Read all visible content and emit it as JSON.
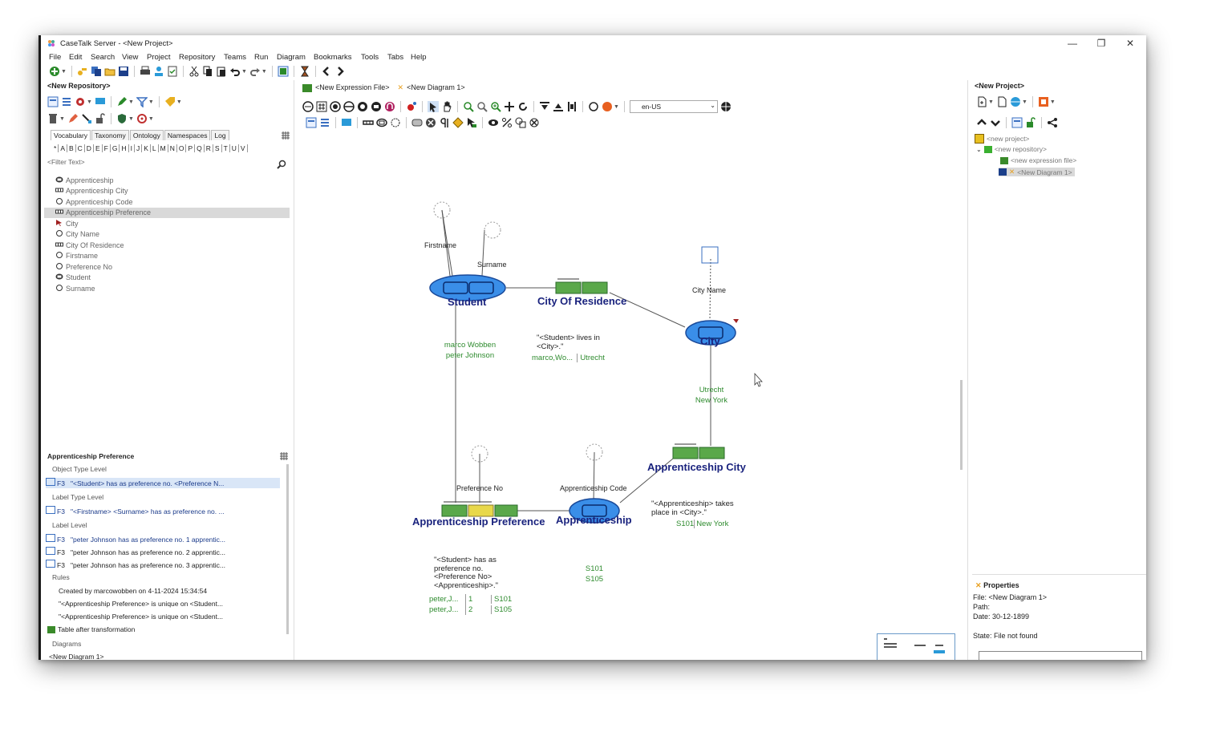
{
  "window": {
    "title": "CaseTalk Server - <New Project>",
    "controls": {
      "minimize": "—",
      "maximize": "❐",
      "close": "✕"
    }
  },
  "menu": [
    "File",
    "Edit",
    "Search",
    "View",
    "Project",
    "Repository",
    "Teams",
    "Run",
    "Diagram",
    "Bookmarks",
    "Tools",
    "Tabs",
    "Help"
  ],
  "left_panel": {
    "header": "<New Repository>",
    "tabs": [
      "Vocabulary",
      "Taxonomy",
      "Ontology",
      "Namespaces",
      "Log"
    ],
    "alphabet": [
      "*",
      "A",
      "B",
      "C",
      "D",
      "E",
      "F",
      "G",
      "H",
      "I",
      "J",
      "K",
      "L",
      "M",
      "N",
      "O",
      "P",
      "Q",
      "R",
      "S",
      "T",
      "U",
      "V"
    ],
    "filter_placeholder": "<Filter Text>",
    "items": [
      {
        "label": "Apprenticeship",
        "icon": "entity-icon"
      },
      {
        "label": "Apprenticeship City",
        "icon": "fact-icon"
      },
      {
        "label": "Apprenticeship Code",
        "icon": "label-icon"
      },
      {
        "label": "Apprenticeship Preference",
        "icon": "fact-icon",
        "selected": true
      },
      {
        "label": "City",
        "icon": "pointer-icon"
      },
      {
        "label": "City Name",
        "icon": "label-icon"
      },
      {
        "label": "City Of Residence",
        "icon": "fact-icon"
      },
      {
        "label": "Firstname",
        "icon": "label-icon"
      },
      {
        "label": "Preference No",
        "icon": "label-icon"
      },
      {
        "label": "Student",
        "icon": "entity-icon"
      },
      {
        "label": "Surname",
        "icon": "label-icon"
      }
    ],
    "detail": {
      "title": "Apprenticeship Preference",
      "object_type_level": "Object Type Level",
      "ot_row": {
        "code": "F3",
        "text": "\"<Student> has as preference no. <Preference N..."
      },
      "label_type_level": "Label Type Level",
      "lt_row": {
        "code": "F3",
        "text": "\"<Firstname> <Surname> has as preference no. ..."
      },
      "label_level": "Label Level",
      "ll_rows": [
        {
          "code": "F3",
          "text": "\"peter Johnson has as preference no. 1 apprentic..."
        },
        {
          "code": "F3",
          "text": "\"peter Johnson has as preference no. 2 apprentic..."
        },
        {
          "code": "F3",
          "text": "\"peter Johnson has as preference no. 3 apprentic..."
        }
      ],
      "rules": "Rules",
      "rule_rows": [
        "Created by marcowobben on 4-11-2024 15:34:54",
        "\"<Apprenticeship Preference> is unique on <Student...",
        "\"<Apprenticeship Preference> is unique on <Student..."
      ],
      "table_after": "Table after transformation",
      "diagrams": "Diagrams",
      "diagram_row": "<New Diagram 1>"
    }
  },
  "doc_tabs": [
    "<New Expression File>",
    "<New Diagram 1>"
  ],
  "locale": "en-US",
  "diagram": {
    "roles": {
      "firstname": "Firstname",
      "surname": "Surname",
      "city_name": "City Name",
      "preference_no": "Preference No",
      "apprenticeship_code": "Apprenticeship Code"
    },
    "entities": {
      "student": {
        "title": "Student",
        "values": [
          "marco Wobben",
          "peter Johnson"
        ]
      },
      "city": {
        "title": "City",
        "values": [
          "Utrecht",
          "New York"
        ]
      },
      "apprenticeship": {
        "title": "Apprenticeship",
        "values": [
          "S101",
          "S105"
        ]
      }
    },
    "facts": {
      "city_of_residence": {
        "title": "City Of Residence",
        "expression": [
          "\"<Student> lives in",
          "<City>.\""
        ],
        "row": [
          "marco,Wo...",
          "Utrecht"
        ]
      },
      "apprenticeship_city": {
        "title": "Apprenticeship City",
        "expression": [
          "\"<Apprenticeship> takes",
          "place in <City>.\""
        ],
        "row": [
          "S101",
          "New York"
        ]
      },
      "apprenticeship_preference": {
        "title": "Apprenticeship Preference",
        "expression": [
          "\"<Student> has as",
          "preference no.",
          "<Preference No>",
          "<Apprenticeship>.\""
        ],
        "rows": [
          [
            "peter,J...",
            "1",
            "S101"
          ],
          [
            "peter,J...",
            "2",
            "S105"
          ]
        ]
      }
    }
  },
  "right_panel": {
    "header": "<New Project>",
    "tree": [
      {
        "label": "<new project>"
      },
      {
        "label": "<new repository>"
      },
      {
        "label": "<new expression file>"
      },
      {
        "label": "<New Diagram 1>",
        "selected": true
      }
    ],
    "properties": {
      "title": "Properties",
      "file": "File: <New Diagram 1>",
      "path": "Path:",
      "date": "Date: 30-12-1899",
      "state": "State: File not found"
    }
  },
  "colors": {
    "entity": "#3a8ee8",
    "fact_green": "#5aa84a",
    "fact_yellow": "#e8d84a",
    "title_navy": "#1a237e",
    "value_green": "#2e8b2e"
  }
}
